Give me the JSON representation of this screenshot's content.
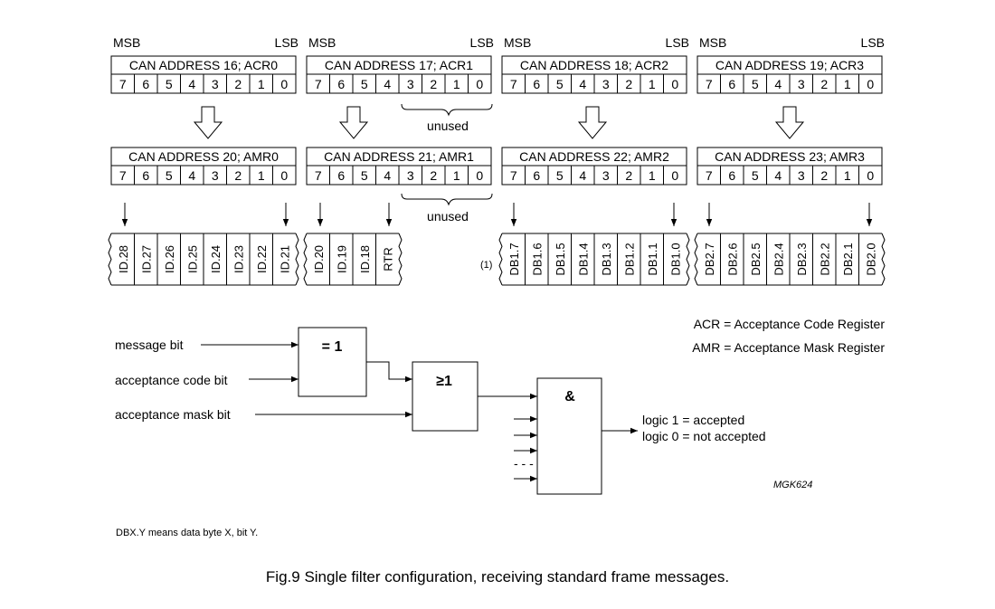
{
  "msb": "MSB",
  "lsb": "LSB",
  "bit_numbers": [
    "7",
    "6",
    "5",
    "4",
    "3",
    "2",
    "1",
    "0"
  ],
  "acr": [
    {
      "label": "CAN ADDRESS 16; ACR0"
    },
    {
      "label": "CAN ADDRESS 17; ACR1"
    },
    {
      "label": "CAN ADDRESS 18; ACR2"
    },
    {
      "label": "CAN ADDRESS 19; ACR3"
    }
  ],
  "amr": [
    {
      "label": "CAN ADDRESS 20; AMR0"
    },
    {
      "label": "CAN ADDRESS 21; AMR1"
    },
    {
      "label": "CAN ADDRESS 22; AMR2"
    },
    {
      "label": "CAN ADDRESS 23; AMR3"
    }
  ],
  "unused": "unused",
  "id_bits_0": [
    "ID.28",
    "ID.27",
    "ID.26",
    "ID.25",
    "ID.24",
    "ID.23",
    "ID.22",
    "ID.21"
  ],
  "id_bits_1": [
    "ID.20",
    "ID.19",
    "ID.18",
    "RTR"
  ],
  "db1_bits": [
    "DB1.7",
    "DB1.6",
    "DB1.5",
    "DB1.4",
    "DB1.3",
    "DB1.2",
    "DB1.1",
    "DB1.0"
  ],
  "db2_bits": [
    "DB2.7",
    "DB2.6",
    "DB2.5",
    "DB2.4",
    "DB2.3",
    "DB2.2",
    "DB2.1",
    "DB2.0"
  ],
  "footnote_marker": "(1)",
  "legend": {
    "acr": "ACR = Acceptance Code Register",
    "amr": "AMR = Acceptance Mask Register"
  },
  "logic": {
    "message_bit": "message bit",
    "acceptance_code_bit": "acceptance code bit",
    "acceptance_mask_bit": "acceptance mask bit",
    "xor_gate": "= 1",
    "or_gate": "≥1",
    "and_gate": "&",
    "dashes": "- - -",
    "output_1": "logic 1 = accepted",
    "output_0": "logic 0 = not accepted"
  },
  "figure_code": "MGK624",
  "footnote": "DBX.Y means data byte X, bit Y.",
  "caption": "Fig.9  Single filter configuration, receiving standard frame messages."
}
